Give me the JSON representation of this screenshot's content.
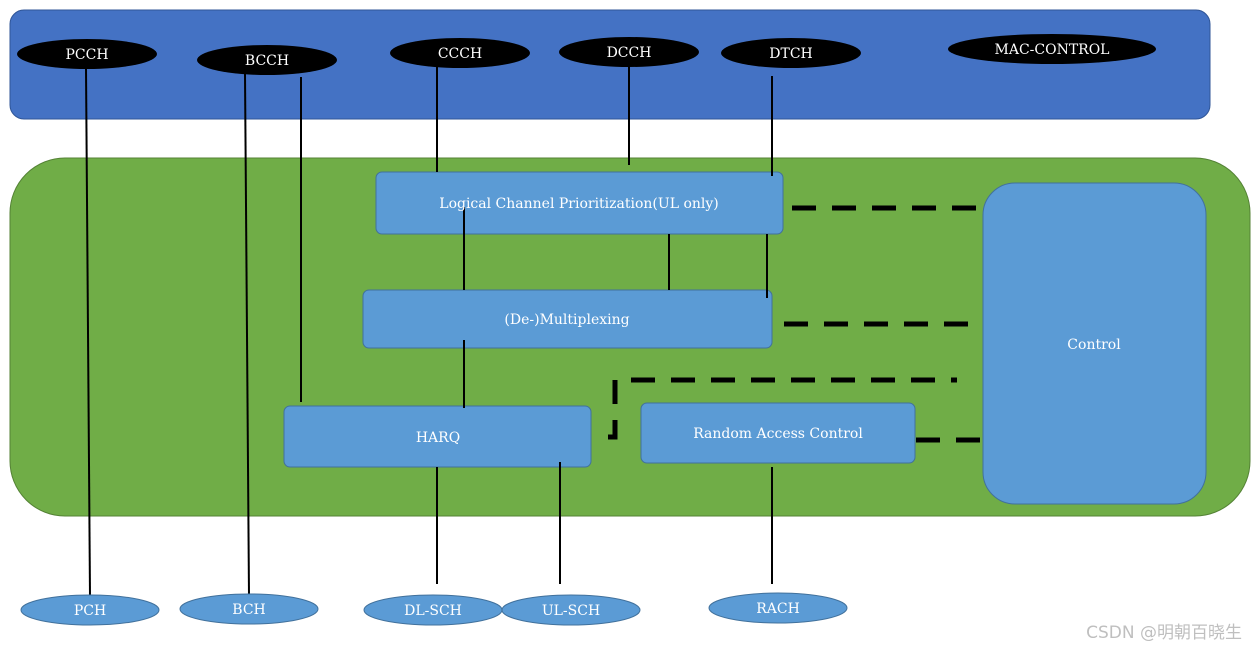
{
  "upper_channels": [
    {
      "id": "pcch",
      "label": "PCCH"
    },
    {
      "id": "bcch",
      "label": "BCCH"
    },
    {
      "id": "ccch",
      "label": "CCCH"
    },
    {
      "id": "dcch",
      "label": "DCCH"
    },
    {
      "id": "dtch",
      "label": "DTCH"
    },
    {
      "id": "mac-control",
      "label": "MAC-CONTROL"
    }
  ],
  "blocks": {
    "lcp": "Logical Channel Prioritization(UL only)",
    "mux": "(De-)Multiplexing",
    "harq": "HARQ",
    "rac": "Random Access Control",
    "control": "Control"
  },
  "transport_channels": [
    {
      "id": "pch",
      "label": "PCH"
    },
    {
      "id": "bch",
      "label": "BCH"
    },
    {
      "id": "dl-sch",
      "label": "DL-SCH"
    },
    {
      "id": "ul-sch",
      "label": "UL-SCH"
    },
    {
      "id": "rach",
      "label": "RACH"
    }
  ],
  "watermark": "CSDN @明朝百晓生",
  "colors": {
    "top_band": "#4472c4",
    "mac_band": "#70ad47",
    "block": "#5b9bd5",
    "channel_dark": "#000000"
  }
}
